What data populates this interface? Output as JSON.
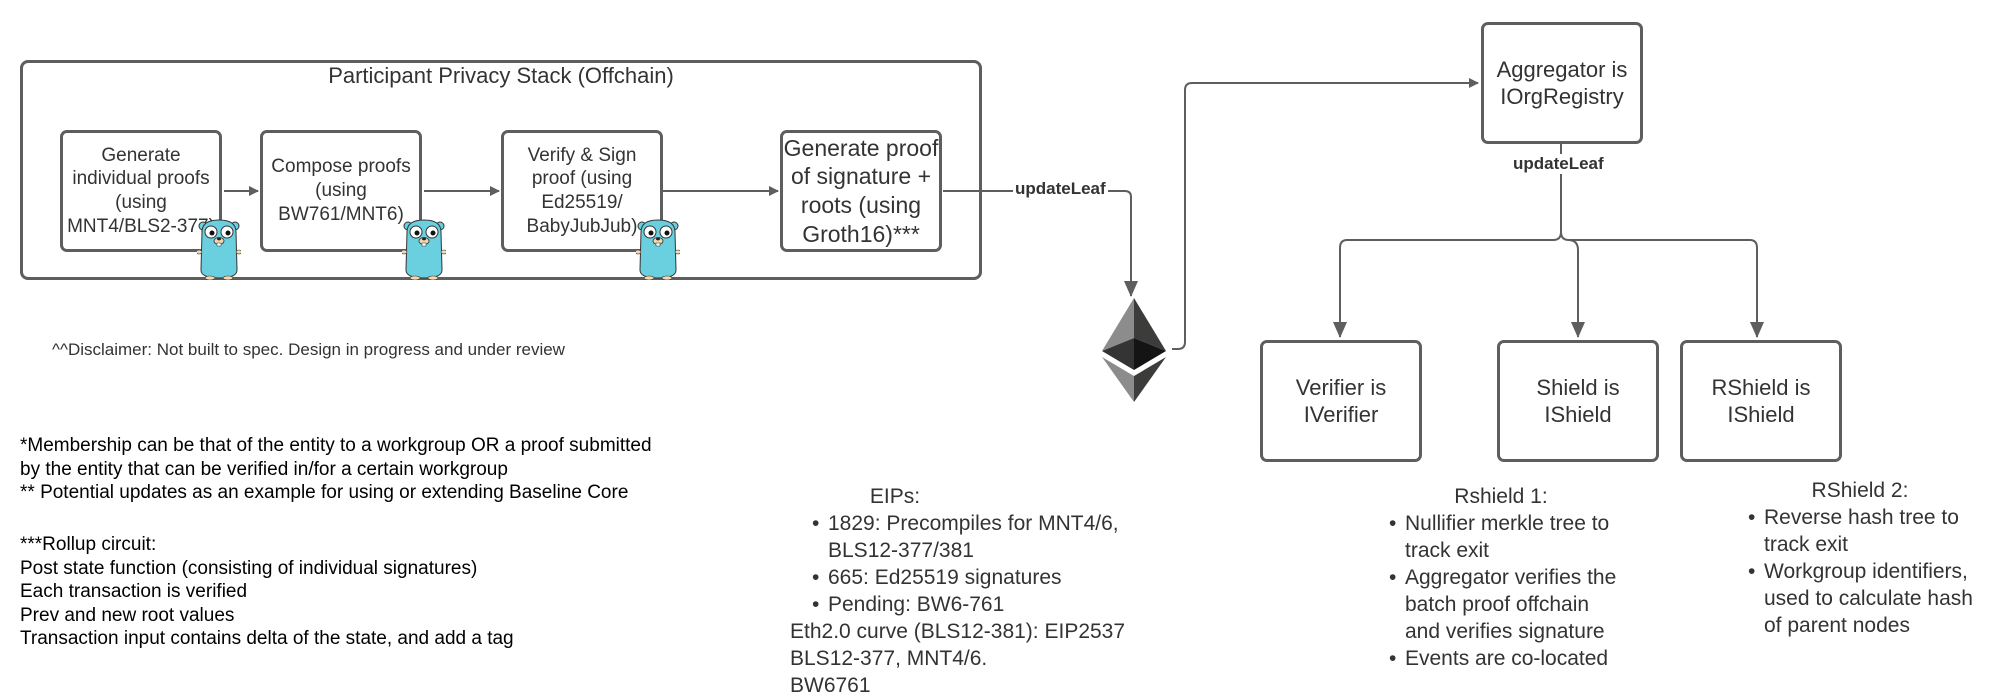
{
  "container": {
    "title": "Participant Privacy Stack (Offchain)"
  },
  "nodes": {
    "generate_proofs": "Generate\nindividual proofs\n(using\nMNT4/BLS2-377)",
    "compose_proofs": "Compose proofs\n(using\nBW761/MNT6)",
    "verify_sign": "Verify & Sign\nproof (using\nEd25519/\nBabyJubJub)",
    "generate_signature_proof": "Generate proof\nof  signature +\nroots (using\nGroth16)***",
    "aggregator": "Aggregator is\nIOrgRegistry",
    "verifier": "Verifier is\nIVerifier",
    "shield": "Shield is\nIShield",
    "rshield": "RShield is\nIShield"
  },
  "edge_labels": {
    "stack_to_eth": "updateLeaf",
    "aggregator_out": "updateLeaf"
  },
  "icons": [
    "gopher-mascot-icon",
    "ethereum-logo-icon"
  ],
  "notes": {
    "disclaimer": "^^Disclaimer: Not built to spec. Design in progress and under review",
    "membership": "*Membership can be that of the entity to a workgroup OR a proof submitted\nby the entity that can be verified in/for a certain workgroup\n** Potential updates as an example for using or extending Baseline Core",
    "rollup": "***Rollup circuit:\nPost state function (consisting of individual signatures)\nEach transaction is verified\nPrev and new root values\nTransaction input contains delta of the state, and add a tag"
  },
  "eips": {
    "title": "EIPs:",
    "items": [
      "1829: Precompiles for MNT4/6, BLS12-377/381",
      "665: Ed25519 signatures",
      "Pending: BW6-761"
    ],
    "lines": [
      "Eth2.0 curve (BLS12-381): EIP2537",
      "BLS12-377, MNT4/6.",
      "BW6761"
    ]
  },
  "rshield1": {
    "title": "Rshield 1:",
    "items": [
      "Nullifier merkle tree to track exit",
      "Aggregator verifies the batch proof offchain and verifies signature",
      "Events are co-located"
    ]
  },
  "rshield2": {
    "title": "RShield 2:",
    "items": [
      "Reverse hash tree to track exit",
      "Workgroup identifiers, used to calculate hash of parent nodes"
    ]
  },
  "colors": {
    "stroke": "#5e5e5e",
    "text": "#333333",
    "gopher": "#6ad0e0"
  }
}
